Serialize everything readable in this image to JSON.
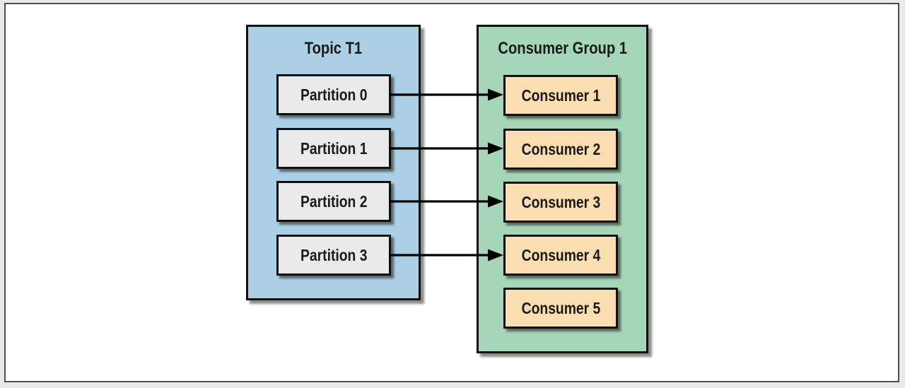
{
  "figure": {
    "topic": {
      "title": "Topic T1",
      "partitions": [
        "Partition 0",
        "Partition 1",
        "Partition 2",
        "Partition 3"
      ]
    },
    "consumer_group": {
      "title": "Consumer Group 1",
      "consumers": [
        "Consumer 1",
        "Consumer 2",
        "Consumer 3",
        "Consumer 4",
        "Consumer 5"
      ]
    },
    "connections": [
      {
        "from": "Partition 0",
        "to": "Consumer 1"
      },
      {
        "from": "Partition 1",
        "to": "Consumer 2"
      },
      {
        "from": "Partition 2",
        "to": "Consumer 3"
      },
      {
        "from": "Partition 3",
        "to": "Consumer 4"
      }
    ],
    "colors": {
      "topic_fill": "#abcfe4",
      "group_fill": "#a6d6b9",
      "partition_fill": "#eaeaea",
      "consumer_fill": "#fbddb2",
      "box_border": "#101010",
      "frame_border": "#4e4e4e",
      "arrow": "#000000"
    }
  }
}
